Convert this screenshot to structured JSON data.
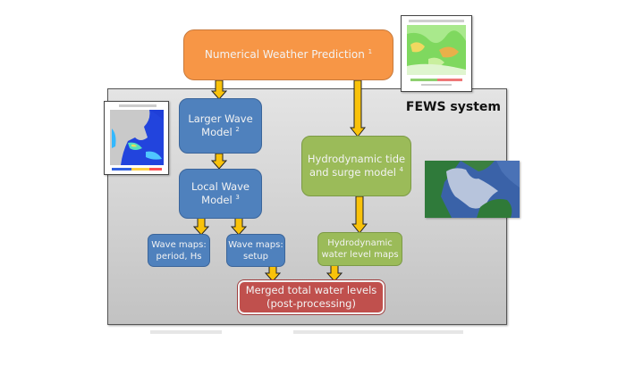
{
  "frame": {
    "title": "FEWS system"
  },
  "boxes": {
    "nwp": {
      "label": "Numerical Weather Prediction",
      "ref": "1"
    },
    "large_wave": {
      "line1": "Larger Wave",
      "line2": "Model",
      "ref": "2"
    },
    "local_wave": {
      "line1": "Local Wave",
      "line2": "Model",
      "ref": "3"
    },
    "wave_maps_period": {
      "line1": "Wave maps:",
      "line2": "period, Hs"
    },
    "wave_maps_setup": {
      "line1": "Wave maps:",
      "line2": "setup"
    },
    "hydro_tide": {
      "line1": "Hydrodynamic tide",
      "line2": "and surge model",
      "ref": "4"
    },
    "hydro_maps": {
      "line1": "Hydrodynamic",
      "line2": "water level maps"
    },
    "merged": {
      "line1": "Merged total water levels",
      "line2": "(post-processing)"
    }
  },
  "thumbnails": {
    "nwp": "Numerical weather prediction map",
    "wave": "Wave height map",
    "sat": "Satellite view of model domain"
  },
  "colors": {
    "orange": "#f79646",
    "blue": "#4f81bd",
    "green": "#9bbb59",
    "red": "#c0504d",
    "arrow": "#f9c20a"
  }
}
